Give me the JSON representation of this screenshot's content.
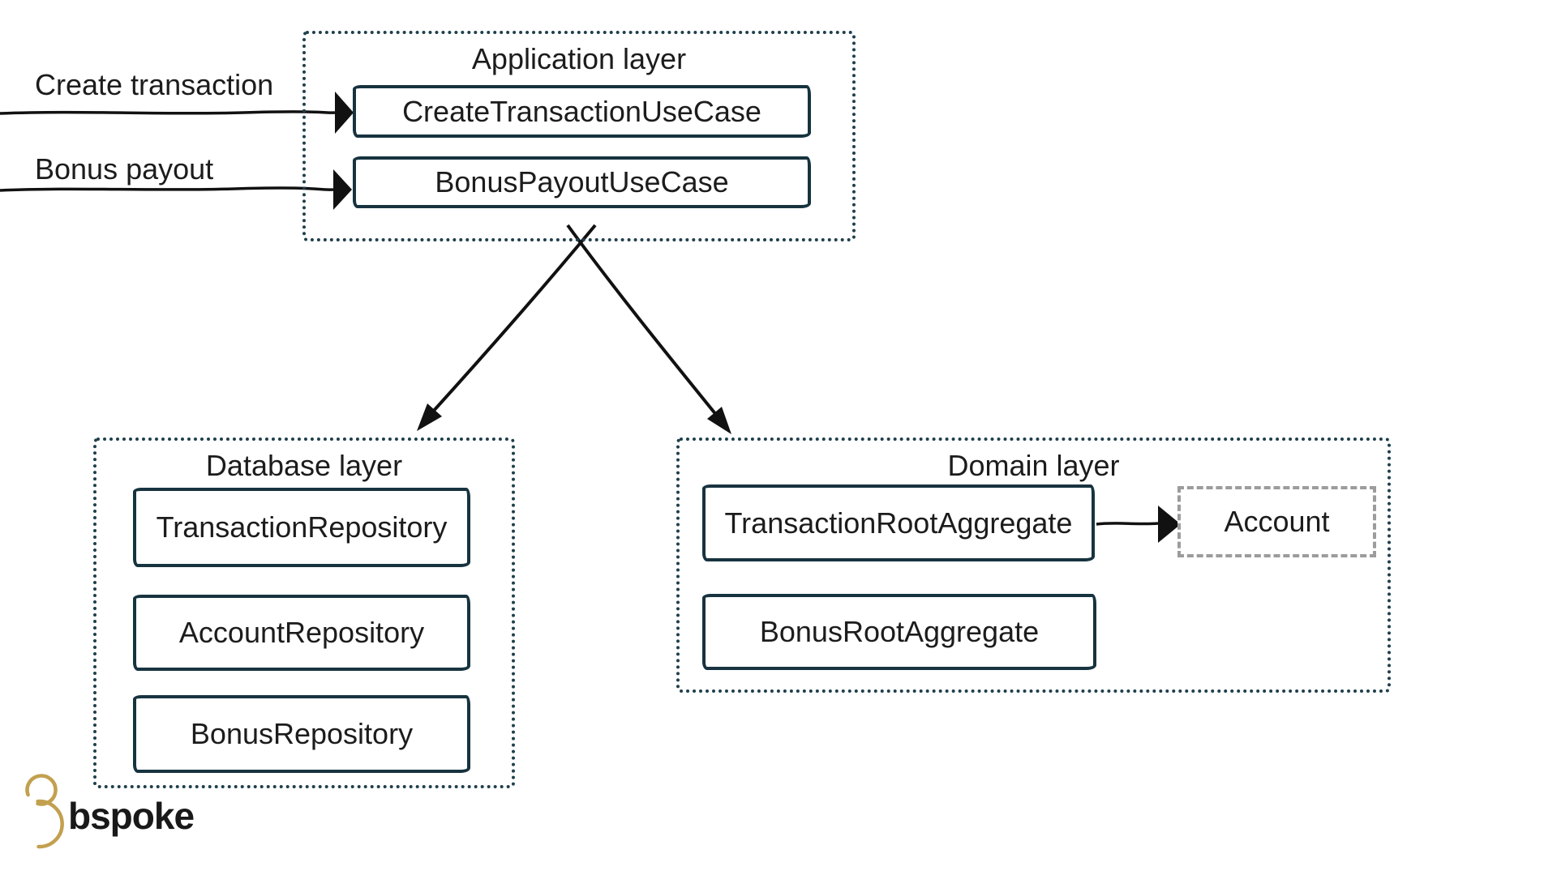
{
  "inputs": {
    "create": "Create transaction",
    "bonus": "Bonus payout"
  },
  "application": {
    "title": "Application layer",
    "use_cases": [
      "CreateTransactionUseCase",
      "BonusPayoutUseCase"
    ]
  },
  "database": {
    "title": "Database layer",
    "repositories": [
      "TransactionRepository",
      "AccountRepository",
      "BonusRepository"
    ]
  },
  "domain": {
    "title": "Domain layer",
    "aggregates": [
      "TransactionRootAggregate",
      "BonusRootAggregate"
    ],
    "entity": "Account"
  },
  "logo": {
    "text": "bspoke"
  },
  "colors": {
    "box_border": "#17333f",
    "layer_border": "#1f3f4c",
    "arrow": "#111111",
    "entity_border": "#9c9c9c",
    "logo_gold": "#c2a04f",
    "text": "#1c1c1c",
    "background": "#ffffff"
  }
}
